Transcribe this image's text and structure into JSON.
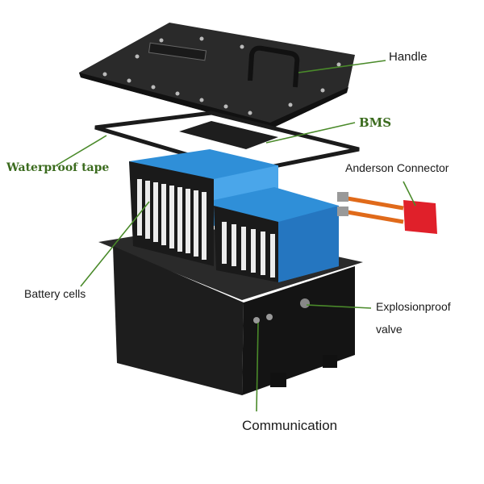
{
  "labels": {
    "handle": "Handle",
    "bms": "BMS",
    "waterproof_tape": "Waterproof tape",
    "anderson_connector": "Anderson Connector",
    "battery_cells": "Battery cells",
    "explosionproof_valve_line1": "Explosionproof",
    "explosionproof_valve_line2": "valve",
    "communication": "Communication"
  },
  "colors": {
    "leader_line": "#4a8a2a",
    "cell_blue": "#2f8fd8",
    "case_black": "#1c1c1c",
    "connector_red": "#e0202a",
    "cable_orange": "#e06a1a"
  }
}
